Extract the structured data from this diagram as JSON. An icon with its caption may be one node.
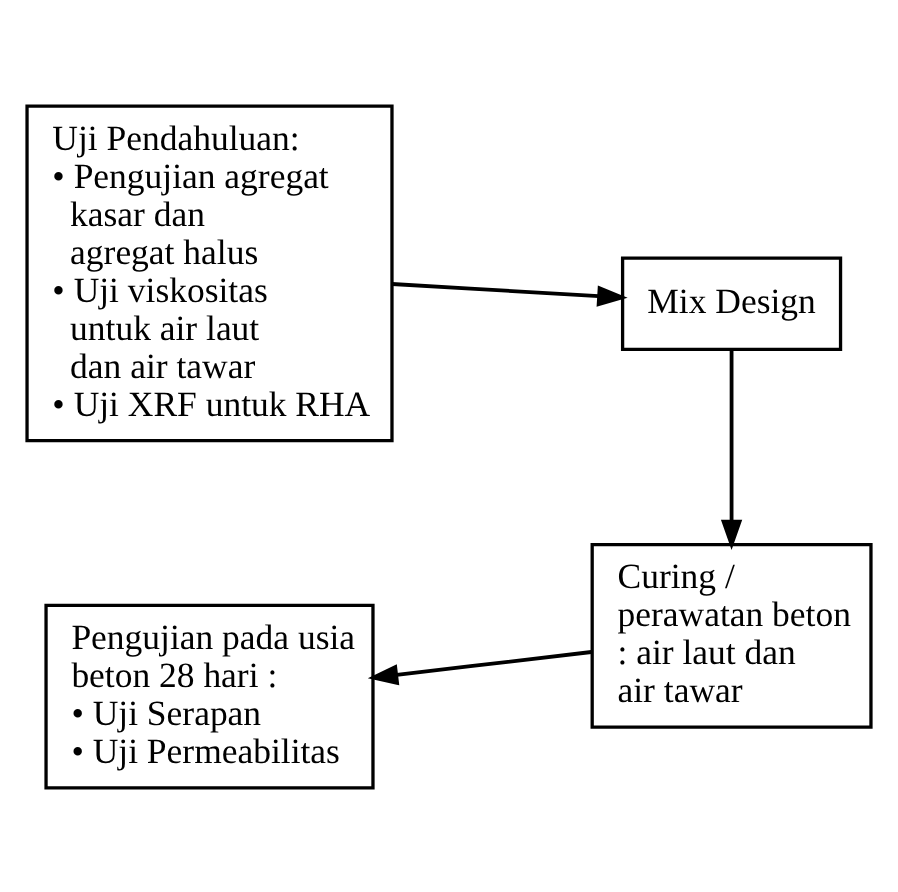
{
  "diagram": {
    "nodes": [
      {
        "text": [
          "Uji Pendahuluan:",
          "• Pengujian agregat kasar dan agregat halus",
          "• Uji viskositas untuk air laut dan air tawar",
          "• Uji XRF untuk RHA"
        ]
      },
      {
        "text": [
          "Mix Design"
        ]
      },
      {
        "text": [
          "Curing / perawatan beton : air laut dan air tawar"
        ]
      },
      {
        "text": [
          "Pengujian pada usia beton 28 hari :",
          "• Uji Serapan",
          "• Uji Permeabilitas"
        ]
      }
    ],
    "edges": [
      {
        "from": 0,
        "to": 1,
        "arrow": "to"
      },
      {
        "from": 1,
        "to": 2,
        "arrow": "to"
      },
      {
        "from": 2,
        "to": 3,
        "arrow": "to"
      }
    ]
  }
}
